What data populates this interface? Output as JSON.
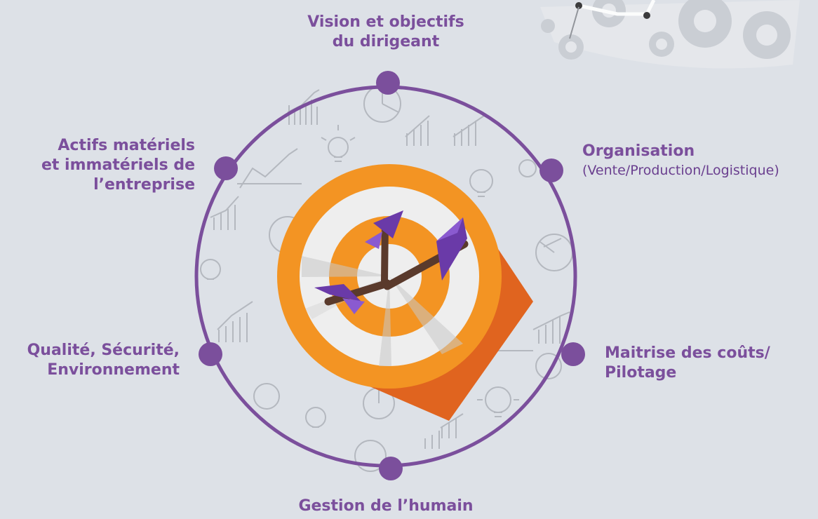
{
  "labels": {
    "vision": [
      "Vision et objectifs",
      "du dirigeant"
    ],
    "actifs": [
      "Actifs matériels",
      "et immatériels de",
      "l’entreprise"
    ],
    "organisation": {
      "title": "Organisation",
      "subtitle": "(Vente/Production/Logistique)"
    },
    "qualite": [
      "Qualité, Sécurité,",
      "Environnement"
    ],
    "maitrise": [
      "Maitrise des coûts/",
      "Pilotage"
    ],
    "gestion": "Gestion de l’humain"
  },
  "colors": {
    "background": "#dde1e7",
    "ring": "#7b4f9c",
    "node": "#7b4f9c",
    "label": "#7b4f9c",
    "target_orange": "#f39423",
    "target_orange_dark": "#e0641f",
    "target_white": "#eeeeee",
    "dart_shaft": "#5a3a2c",
    "dart_fin": "#6a3aa8",
    "sketch": "#b8bcc3"
  },
  "icons": [
    "gears-icon",
    "lightbulb-icon",
    "growth-chart-icon",
    "pie-chart-icon",
    "dart-icon"
  ]
}
